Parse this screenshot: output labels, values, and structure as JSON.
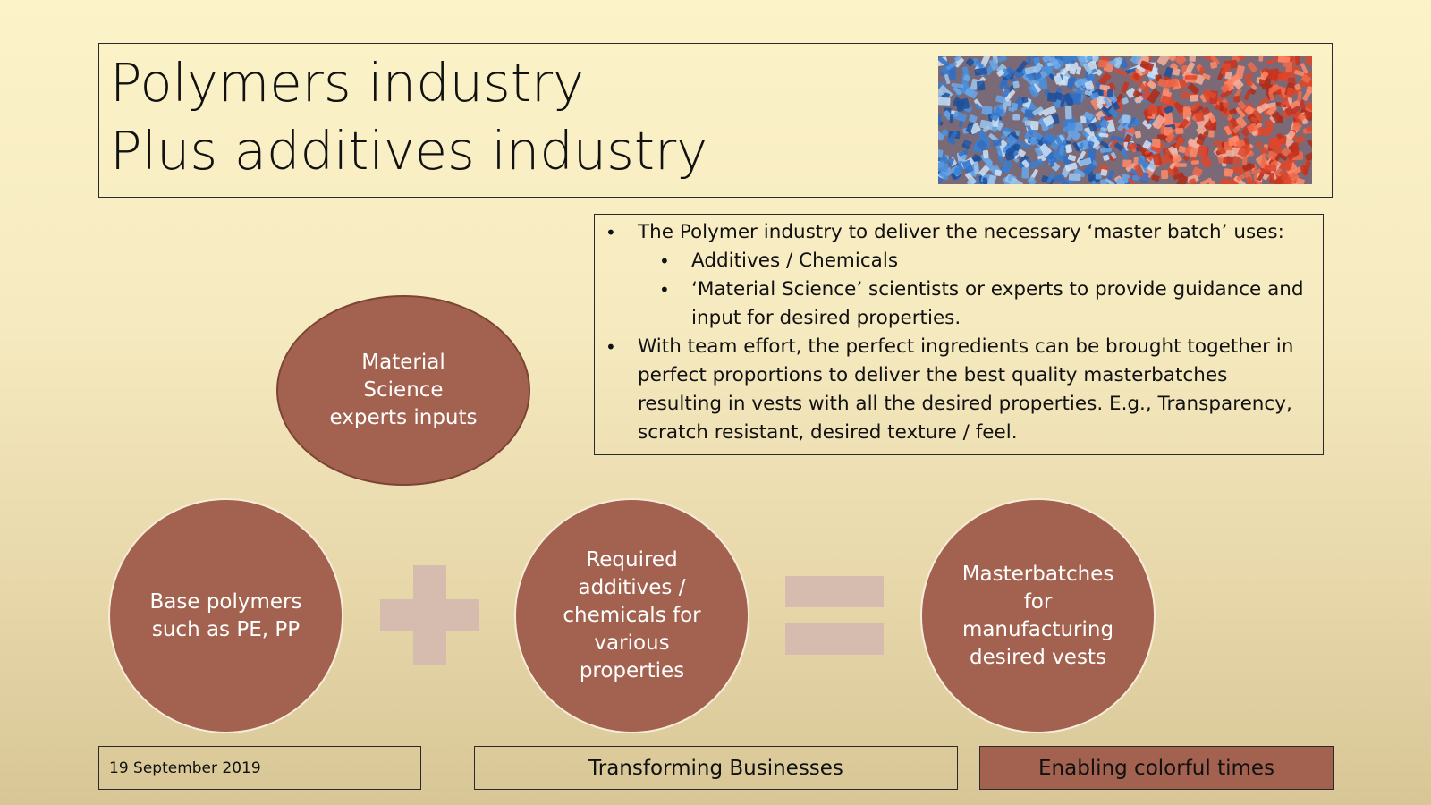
{
  "slide": {
    "title_line1": "Polymers industry",
    "title_line2": "Plus additives industry",
    "image_icon": "plastic-pellets-image",
    "colors": {
      "circle_fill": "#a3624f",
      "symbol_fill": "#d6bcae",
      "pellet_blue": "#3b7fd1",
      "pellet_red": "#e0452b"
    }
  },
  "info": {
    "bullet1": "The Polymer industry to deliver the necessary ‘master batch’ uses:",
    "sub1": "Additives / Chemicals",
    "sub2_line1": "‘Material Science’ scientists or experts to provide guidance and",
    "sub2_line2": "input for desired properties.",
    "bullet2_line1": "With team effort, the perfect ingredients can be brought together in",
    "bullet2_line2": "perfect proportions to deliver the best quality masterbatches",
    "bullet2_line3": "resulting in vests with all the desired properties. E.g., Transparency,",
    "bullet2_line4": "scratch resistant, desired texture / feel."
  },
  "diagram": {
    "oval_text": "Material\nScience\nexperts inputs",
    "circle1_text": "Base polymers\nsuch as PE, PP",
    "circle2_text": "Required\nadditives /\nchemicals for\nvarious\nproperties",
    "circle3_text": "Masterbatches\nfor\nmanufacturing\ndesired vests"
  },
  "footer": {
    "date": "19 September 2019",
    "center": "Transforming Businesses",
    "right": "Enabling colorful times"
  }
}
